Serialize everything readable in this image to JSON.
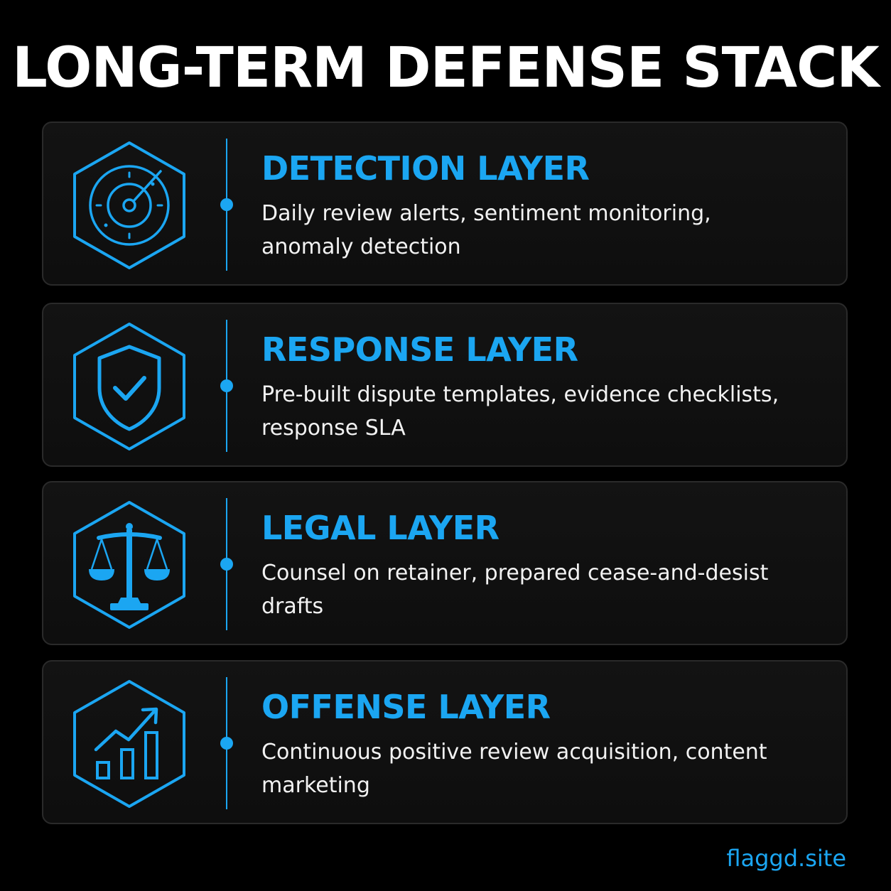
{
  "title": "LONG-TERM DEFENSE STACK",
  "accent_color": "#1ba6f2",
  "layers": [
    {
      "title": "DETECTION LAYER",
      "description": "Daily review alerts, sentiment monitoring, anomaly detection",
      "icon": "radar-icon"
    },
    {
      "title": "RESPONSE LAYER",
      "description": "Pre-built dispute templates, evidence checklists, response SLA",
      "icon": "shield-check-icon"
    },
    {
      "title": "LEGAL LAYER",
      "description": "Counsel on retainer, prepared cease-and-desist drafts",
      "icon": "scales-icon"
    },
    {
      "title": "OFFENSE LAYER",
      "description": "Continuous positive review acquisition, content marketing",
      "icon": "growth-chart-icon"
    }
  ],
  "footer": "flaggd.site"
}
